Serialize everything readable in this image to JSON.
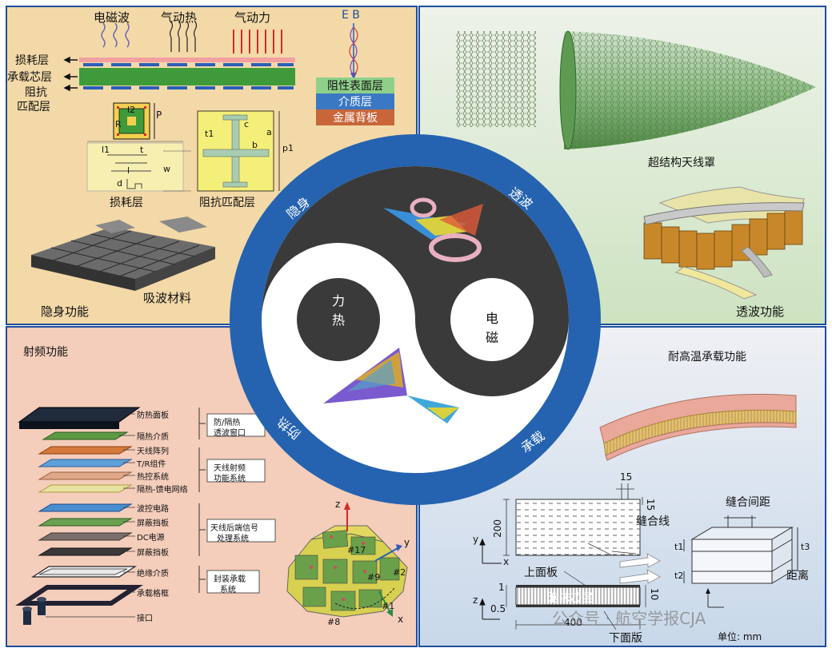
{
  "center": {
    "ring_labels": {
      "stealth": "隐身",
      "transmission": "透波",
      "load": "承载",
      "thermal": "防热"
    },
    "yin_label": [
      "力",
      "热"
    ],
    "yang_label": [
      "电",
      "磁"
    ],
    "colors": {
      "ring": "#2563b0",
      "dark": "#3a3a3a",
      "light": "#ffffff"
    }
  },
  "top_left": {
    "loads": [
      "电磁波",
      "气动热",
      "气动力"
    ],
    "field_label": "E B",
    "layers_left": [
      "损耗层",
      "承载芯层",
      "阻抗",
      "匹配层"
    ],
    "legend_layers": [
      {
        "label": "阻性表面层",
        "color": "#8ed08a"
      },
      {
        "label": "介质层",
        "color": "#3a78c4"
      },
      {
        "label": "金属背板",
        "color": "#c8663a"
      }
    ],
    "unit_cell_symbols": [
      "l2",
      "R",
      "P"
    ],
    "loss_cell_symbols": [
      "l1",
      "t",
      "l",
      "w",
      "d"
    ],
    "impedance_symbols": [
      "t1",
      "c",
      "b",
      "a",
      "p1"
    ],
    "captions": {
      "loss": "损耗层",
      "impedance": "阻抗匹配层",
      "stealth": "隐身功能",
      "absorber": "吸波材料"
    }
  },
  "top_right": {
    "radome_caption": "超结构天线罩",
    "transmission_caption": "透波功能"
  },
  "bottom_left": {
    "title": "射频功能",
    "stack": [
      "防热面板",
      "隔热介质",
      "天线阵列",
      "T/R组件",
      "热控系统",
      "隔热-馈电网络",
      "波控电路",
      "屏蔽挡板",
      "DC电源",
      "屏蔽挡板",
      "绝缘介质",
      "承载格框",
      "接口"
    ],
    "groups": [
      "防/隔热\n透波窗口",
      "天线射频\n功能系统",
      "天线后端信号\n处理系统",
      "封装承载\n系统"
    ],
    "group_lines": [
      [
        "防/隔热",
        "透波窗口"
      ],
      [
        "天线射频",
        "功能系统"
      ],
      [
        "天线后端信号",
        "处理系统"
      ],
      [
        "封装承载",
        "系统"
      ]
    ],
    "dome_labels": {
      "z": "z",
      "y": "y",
      "x": "x",
      "n17": "#17",
      "n9": "#9",
      "n2": "#2",
      "n8": "#8",
      "n1": "#1"
    }
  },
  "bottom_right": {
    "title": "耐高温承载功能",
    "dims": {
      "d15a": "15",
      "d15b": "15",
      "d200": "200",
      "d10": "10",
      "d1": "1",
      "d05": "0.5",
      "d400": "400"
    },
    "labels": {
      "seam": "缝合线",
      "seam_spacing": "缝合间距",
      "upper": "上面板",
      "foam": "泡沫芯层",
      "lower": "下面版",
      "distance": "距离",
      "unit": "单位: mm"
    },
    "axes": {
      "y": "y",
      "x": "x",
      "z": "z"
    },
    "t_symbols": [
      "t1",
      "t2",
      "t3"
    ]
  },
  "watermark": "公众号 · 航空学报CJA"
}
